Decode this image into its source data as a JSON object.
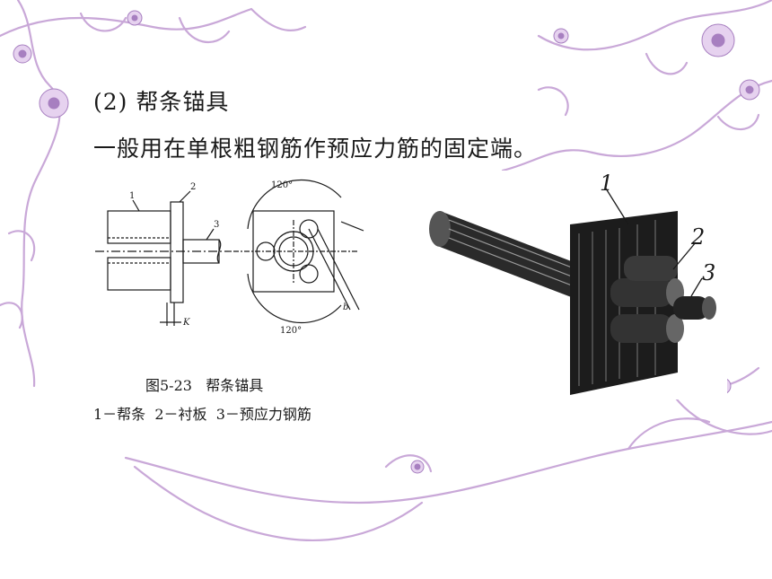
{
  "slide": {
    "heading": "(2) 帮条锚具",
    "body": "一般用在单根粗钢筋作预应力筋的固定端。"
  },
  "figure": {
    "caption_title": "图5-23   帮条锚具",
    "caption_parts": "1－帮条  2－衬板  3－预应力钢筋",
    "drawing_labels": {
      "part1": "1",
      "part2": "2",
      "part3": "3",
      "angle_top": "120°",
      "angle_bottom": "120°",
      "dim_k": "K",
      "dim_b": "b"
    },
    "photo_labels": {
      "part1": "1",
      "part2": "2",
      "part3": "3"
    }
  },
  "colors": {
    "ornament": "#c9a8d8",
    "ornament_dark": "#a77fc0",
    "flower": "#e6d2ef",
    "ink": "#1a1a1a"
  }
}
